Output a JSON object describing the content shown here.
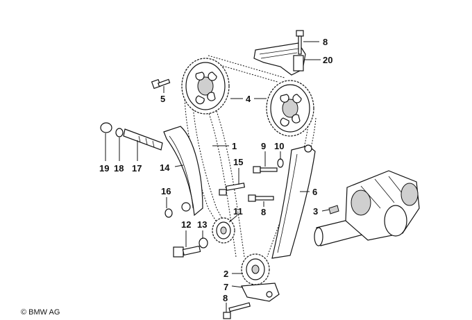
{
  "copyright": "© BMW AG",
  "callouts": [
    {
      "id": "8-top",
      "text": "8"
    },
    {
      "id": "20",
      "text": "20"
    },
    {
      "id": "5",
      "text": "5"
    },
    {
      "id": "4",
      "text": "4"
    },
    {
      "id": "1",
      "text": "1"
    },
    {
      "id": "19",
      "text": "19"
    },
    {
      "id": "18",
      "text": "18"
    },
    {
      "id": "17",
      "text": "17"
    },
    {
      "id": "14",
      "text": "14"
    },
    {
      "id": "9",
      "text": "9"
    },
    {
      "id": "10",
      "text": "10"
    },
    {
      "id": "15",
      "text": "15"
    },
    {
      "id": "6",
      "text": "6"
    },
    {
      "id": "16",
      "text": "16"
    },
    {
      "id": "8-mid",
      "text": "8"
    },
    {
      "id": "3",
      "text": "3"
    },
    {
      "id": "11",
      "text": "11"
    },
    {
      "id": "12",
      "text": "12"
    },
    {
      "id": "13",
      "text": "13"
    },
    {
      "id": "2",
      "text": "2"
    },
    {
      "id": "7",
      "text": "7"
    },
    {
      "id": "8-bottom",
      "text": "8"
    }
  ]
}
